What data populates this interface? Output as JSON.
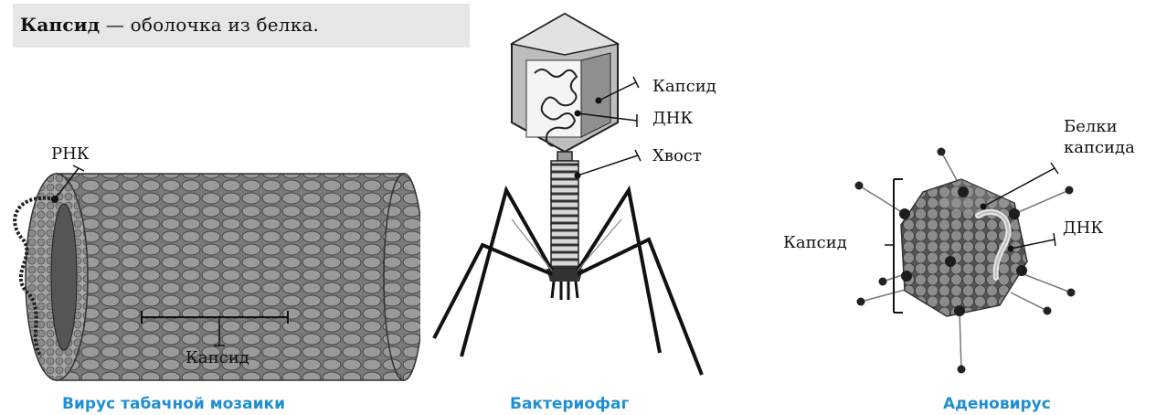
{
  "definition": {
    "term": "Капсид",
    "text": " — оболочка из белка."
  },
  "tmv": {
    "label_rna": "РНК",
    "label_capsid": "Капсид",
    "caption": "Вирус табачной мозаики"
  },
  "phage": {
    "label_capsid": "Капсид",
    "label_dna": "ДНК",
    "label_tail": "Хвост",
    "caption": "Бактериофаг"
  },
  "adeno": {
    "label_proteins_line1": "Белки",
    "label_proteins_line2": "капсида",
    "label_capsid": "Капсид",
    "label_dna": "ДНК",
    "caption": "Аденовирус"
  },
  "colors": {
    "accent": "#1e8fd2",
    "capsid_gray": "#8c8c8c",
    "box_bg": "#e6e6e6"
  }
}
